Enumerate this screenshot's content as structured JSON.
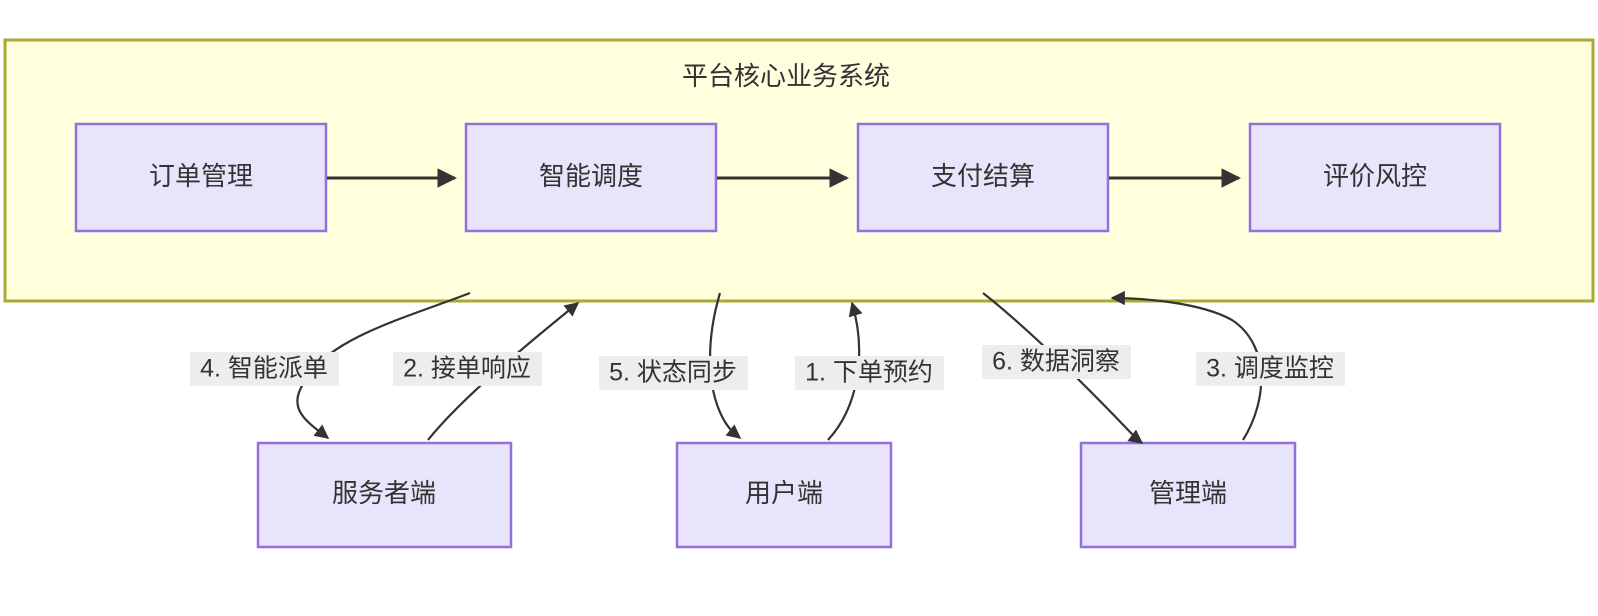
{
  "diagram": {
    "title": "平台核心业务系统",
    "colors": {
      "cluster_fill": "#ffffde",
      "cluster_border": "#aaaa33",
      "node_fill": "#e8e4fb",
      "node_border": "#9370db",
      "edge": "#333333",
      "label_bg": "#ededed"
    },
    "core_nodes": [
      {
        "id": "order",
        "label": "订单管理"
      },
      {
        "id": "dispatch",
        "label": "智能调度"
      },
      {
        "id": "payment",
        "label": "支付结算"
      },
      {
        "id": "risk",
        "label": "评价风控"
      }
    ],
    "client_nodes": [
      {
        "id": "provider",
        "label": "服务者端"
      },
      {
        "id": "user",
        "label": "用户端"
      },
      {
        "id": "admin",
        "label": "管理端"
      }
    ],
    "core_flow_labels": [
      "",
      "",
      ""
    ],
    "edge_labels": [
      {
        "id": "e4",
        "text": "4. 智能派单"
      },
      {
        "id": "e2",
        "text": "2. 接单响应"
      },
      {
        "id": "e5",
        "text": "5. 状态同步"
      },
      {
        "id": "e1",
        "text": "1. 下单预约"
      },
      {
        "id": "e6",
        "text": "6. 数据洞察"
      },
      {
        "id": "e3",
        "text": "3. 调度监控"
      }
    ]
  }
}
